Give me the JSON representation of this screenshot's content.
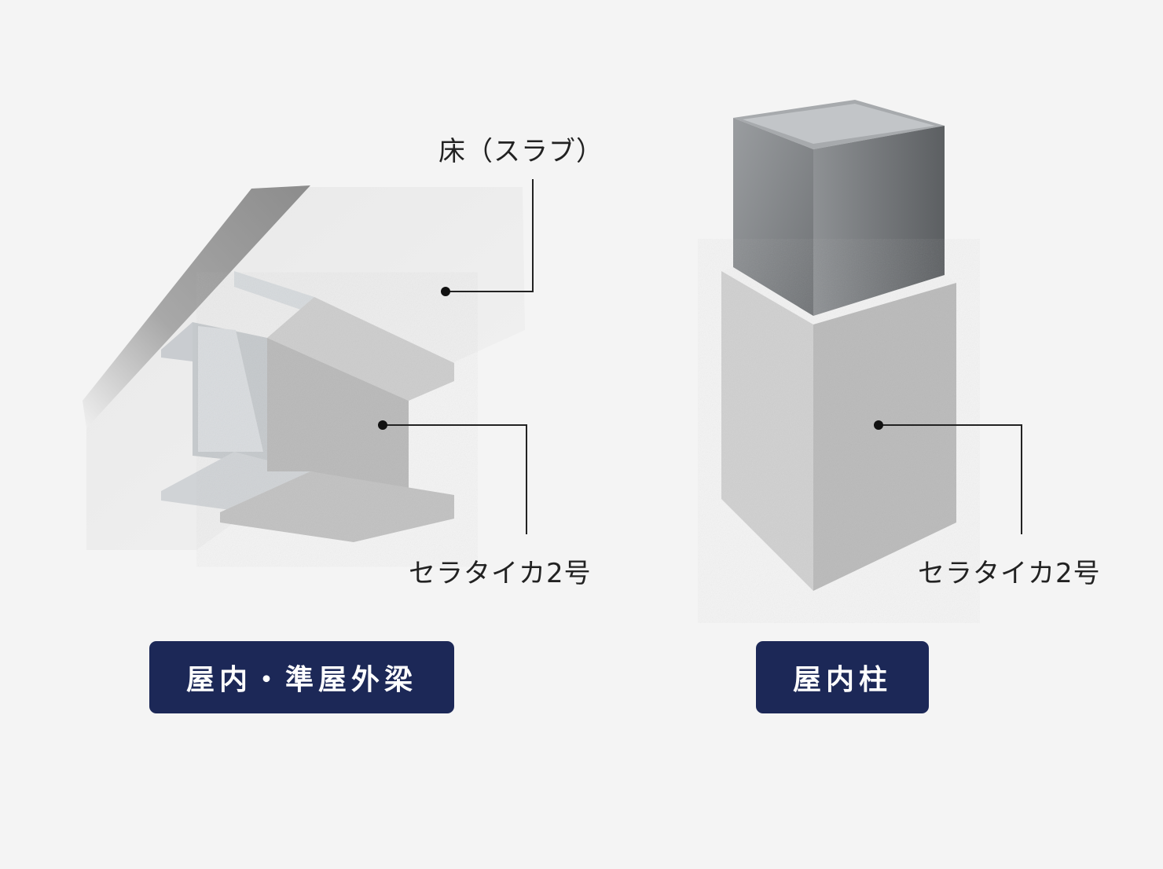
{
  "beam": {
    "slab_label": "床（スラブ）",
    "coating_label": "セラタイカ2号",
    "badge": "屋内・準屋外梁"
  },
  "column": {
    "coating_label": "セラタイカ2号",
    "badge": "屋内柱"
  },
  "colors": {
    "background": "#f4f4f4",
    "badge": "#1c2857",
    "coating": "#c8c8c8",
    "steel": "#8a8d90"
  }
}
